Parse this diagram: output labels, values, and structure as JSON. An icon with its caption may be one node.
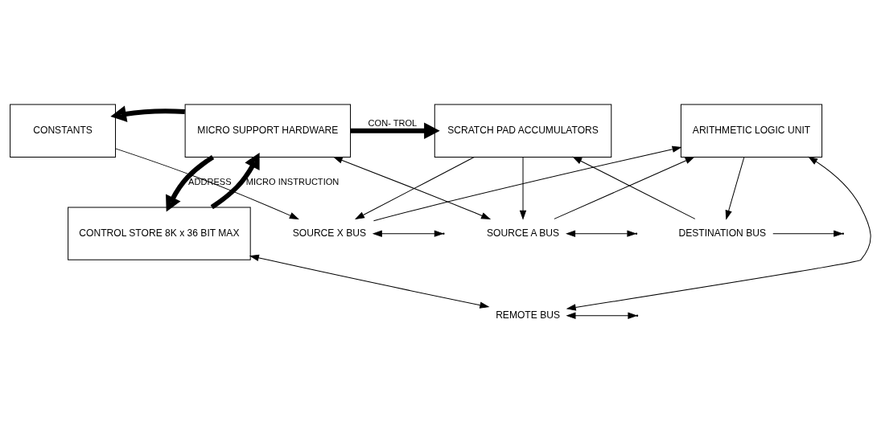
{
  "diagram": {
    "nodes": [
      {
        "text": [
          "CONSTANTS"
        ]
      },
      {
        "text": [
          "MICRO SUPPORT HARDWARE"
        ]
      },
      {
        "text": [
          "SCRATCH PAD ACCUMULATORS"
        ]
      },
      {
        "text": [
          "ARITHMETIC LOGIC UNIT"
        ]
      },
      {
        "text": [
          "CONTROL STORE 8K x 36 BIT MAX"
        ]
      },
      {
        "text": [
          "SOURCE X BUS"
        ]
      },
      {
        "text": [
          "SOURCE A BUS"
        ]
      },
      {
        "text": [
          "DESTINATION BUS"
        ]
      },
      {
        "text": [
          "REMOTE BUS"
        ]
      }
    ],
    "edges": [
      {
        "from": 0,
        "to": 5,
        "arrow": "to"
      },
      {
        "from": 2,
        "to": 5,
        "arrow": "to"
      },
      {
        "from": 2,
        "to": 6,
        "arrow": "to"
      },
      {
        "from": 1,
        "to": 6,
        "arrow": "both"
      },
      {
        "from": 5,
        "to": 3,
        "arrow": "to"
      },
      {
        "from": 6,
        "to": 3,
        "arrow": "to"
      },
      {
        "from": 5,
        "to": null,
        "arrow": "both"
      },
      {
        "from": 6,
        "to": null,
        "arrow": "both"
      },
      {
        "from": 1,
        "to": 0,
        "arrow": "to",
        "style": "thick"
      },
      {
        "from": 1,
        "to": 2,
        "arrow": "to",
        "style": "thick",
        "label": "CON- TROL"
      },
      {
        "from": 1,
        "to": 4,
        "arrow": "to",
        "style": "thick",
        "label": "ADDRESS"
      },
      {
        "from": 4,
        "to": 1,
        "arrow": "to",
        "style": "thick",
        "label": "MICRO INSTRUCTION"
      },
      {
        "from": 3,
        "to": 7,
        "arrow": "to"
      },
      {
        "from": 7,
        "to": 2,
        "arrow": "to"
      },
      {
        "from": 7,
        "to": null,
        "arrow": "to"
      },
      {
        "from": 3,
        "to": 8,
        "arrow": "both"
      },
      {
        "from": 4,
        "to": 8,
        "arrow": "both"
      },
      {
        "from": 8,
        "to": null,
        "arrow": "both"
      }
    ]
  }
}
